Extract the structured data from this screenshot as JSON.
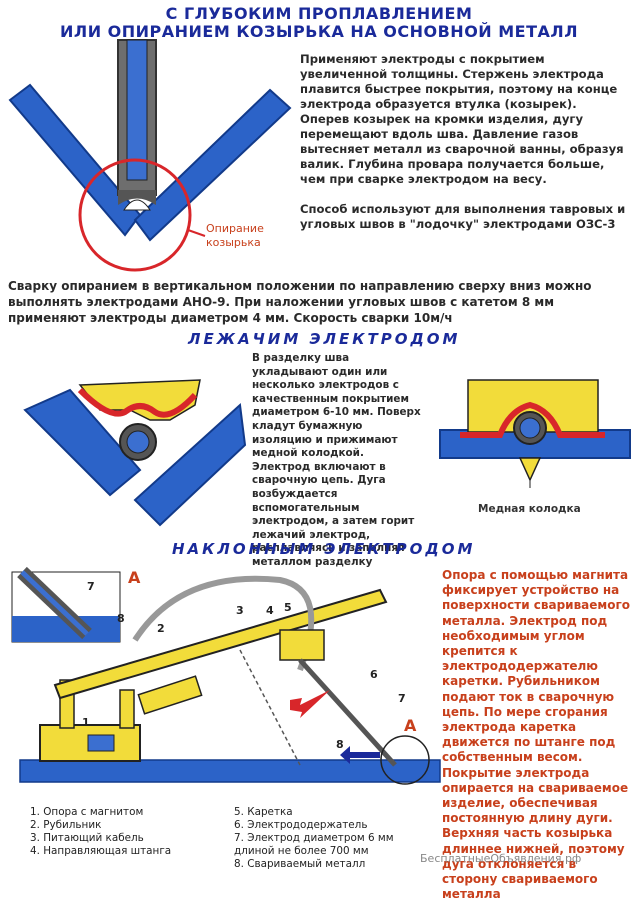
{
  "header": {
    "line1": "С ГЛУБОКИМ ПРОПЛАВЛЕНИЕМ",
    "line2": "ИЛИ ОПИРАНИЕМ КОЗЫРЬКА НА ОСНОВНОЙ МЕТАЛЛ"
  },
  "top_diagram": {
    "callout": "Опирание козырька"
  },
  "top_text": "Применяют электроды с покрытием увеличенной толщины. Стержень электрода плавится быстрее покрытия, поэтому на конце электрода образуется втулка (козырек). Оперев козырек на кромки изделия, дугу перемещают вдоль шва. Давление газов вытесняет металл из сварочной ванны, образуя валик. Глубина провара получается больше, чем при сварке электродом на весу.",
  "top_text_2": "Способ используют для выполнения тавровых и угловых швов в \"лодочку\" электродами ОЗС-3",
  "wide_text": "Сварку опиранием в вертикальном положении по направлению сверху вниз можно выполнять электродами АНО-9. При наложении угловых швов с катетом 8 мм применяют электроды диаметром 4 мм. Скорость сварки 10м/ч",
  "lying": {
    "title": "ЛЕЖАЧИМ ЭЛЕКТРОДОМ",
    "text": "В разделку шва укладывают один или несколько электродов с качественным покрытием диаметром 6-10 мм. Поверх кладут бумажную изоляцию и прижимают медной колодкой. Электрод включают в сварочную цепь. Дуга возбуждается вспомогательным электродом, а затем горит лежачий электрод, расплавляясь и заполняя металлом разделку",
    "caption": "Медная колодка"
  },
  "inclined": {
    "title": "НАКЛОННЫМ ЭЛЕКТРОДОМ",
    "text": "Опора с помощью магнита фиксирует устройство на поверхности свариваемого металла. Электрод под необходимым углом крепится к электрододержателю каретки. Рубильником подают ток в сварочную цепь. По мере сгорания электрода каретка движется по штанге под собственным весом. Покрытие электрода опирается на свариваемое изделие, обеспечивая постоянную длину дуги. Верхняя часть козырька длиннее нижней, поэтому дуга отклоняется в сторону свариваемого металла",
    "marker": "А",
    "numbers": [
      "1",
      "2",
      "3",
      "4",
      "5",
      "6",
      "7",
      "8"
    ],
    "legend_left": [
      "1. Опора с магнитом",
      "2. Рубильник",
      "3. Питающий кабель",
      "4. Направляющая штанга"
    ],
    "legend_right": [
      "5. Каретка",
      "6. Электрододержатель",
      "7. Электрод диаметром 6 мм длиной не более 700 мм",
      "8. Свариваемый металл"
    ]
  },
  "watermark": "БесплатныеОбъявления.рф",
  "colors": {
    "blue": "#2c63c8",
    "blue_dark": "#1a2a9a",
    "yellow": "#f2dc3a",
    "red": "#d8262a",
    "orange_text": "#c8401c"
  }
}
